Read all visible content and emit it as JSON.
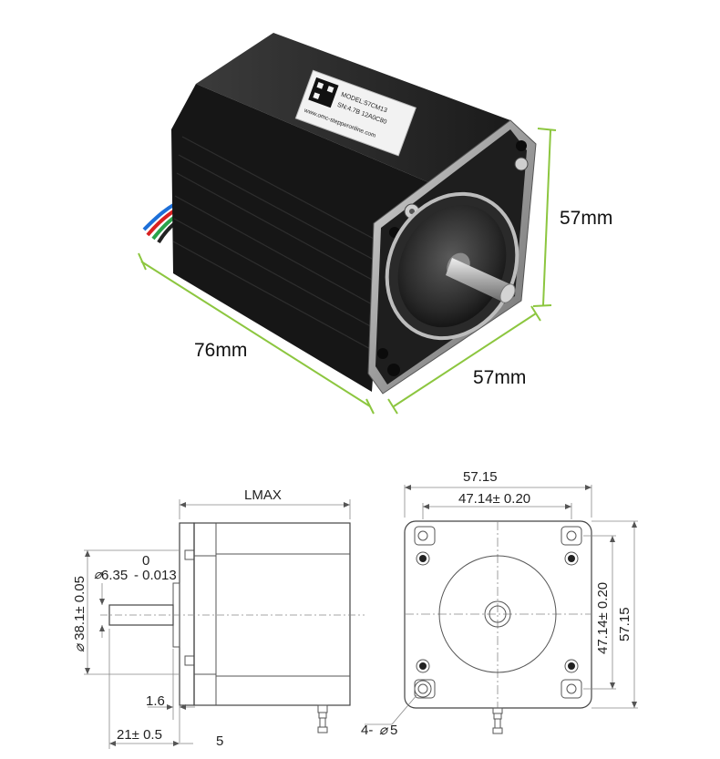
{
  "photo": {
    "dim_height": "57mm",
    "dim_length": "76mm",
    "dim_width": "57mm",
    "label_lines": [
      "MODEL:57CM13",
      "SN:4.7B  12A0C80",
      "www.omc-stepperonline.com"
    ]
  },
  "side_view": {
    "lmax": "LMAX",
    "shaft_dia": "6.35",
    "shaft_tol_top": "0",
    "shaft_tol_bottom": "- 0.013",
    "pilot_dia": "38.1± 0.05",
    "flange_thk": "1.6",
    "shaft_len": "21± 0.5",
    "boss_len": "5"
  },
  "front_view": {
    "overall_w": "57.15",
    "hole_spacing_w": "47.14±  0.20",
    "hole_spacing_h": "47.14± 0.20",
    "overall_h": "57.15",
    "holes": "4-",
    "hole_dia": "5"
  },
  "colors": {
    "dimension_green": "#8cc63f",
    "motor_body": "#1a1a1a",
    "flange": "#9a9a9a"
  },
  "icons": {
    "diameter": "diameter-symbol-icon"
  }
}
